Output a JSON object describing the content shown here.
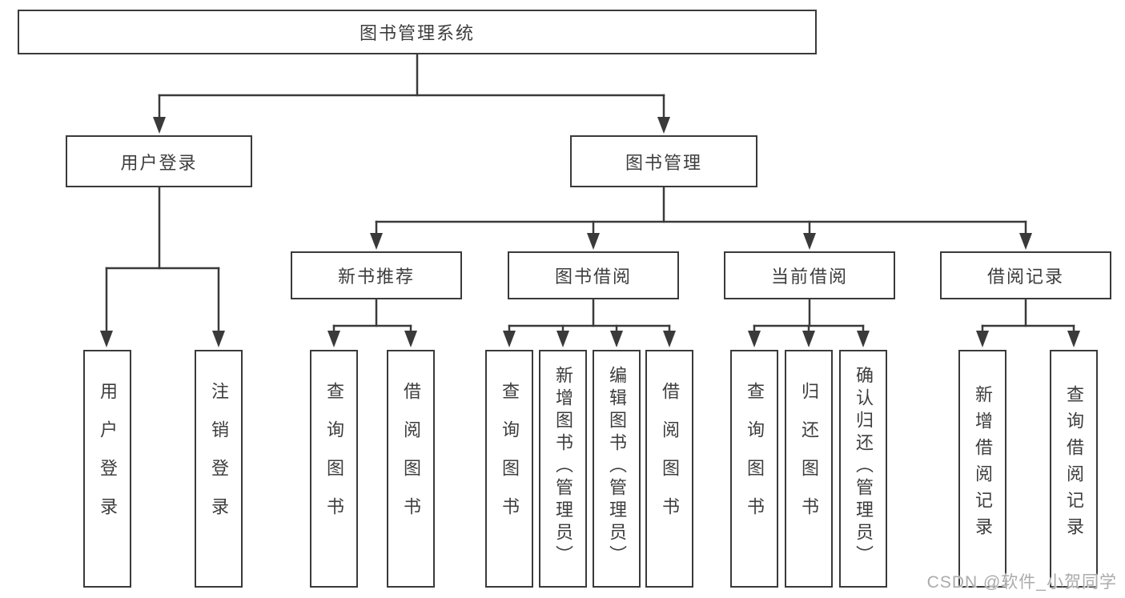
{
  "title": "图书管理系统",
  "tree": {
    "root": "图书管理系统",
    "children": [
      {
        "label": "用户登录",
        "children": [
          "用户登录",
          "注销登录"
        ]
      },
      {
        "label": "图书管理",
        "children": [
          {
            "label": "新书推荐",
            "children": [
              "查询图书",
              "借阅图书"
            ]
          },
          {
            "label": "图书借阅",
            "children": [
              "查询图书",
              "新增图书（管理员）",
              "编辑图书（管理员）",
              "借阅图书"
            ]
          },
          {
            "label": "当前借阅",
            "children": [
              "查询图书",
              "归还图书",
              "确认归还（管理员）"
            ]
          },
          {
            "label": "借阅记录",
            "children": [
              "新增借阅记录",
              "查询借阅记录"
            ]
          }
        ]
      }
    ]
  },
  "watermark": "CSDN @软件_小贺同学",
  "colors": {
    "line": "#3a3a3a",
    "box_fill": "#ffffff",
    "text": "#3d3d3d",
    "watermark": "#ababab",
    "background": "#ffffff"
  }
}
